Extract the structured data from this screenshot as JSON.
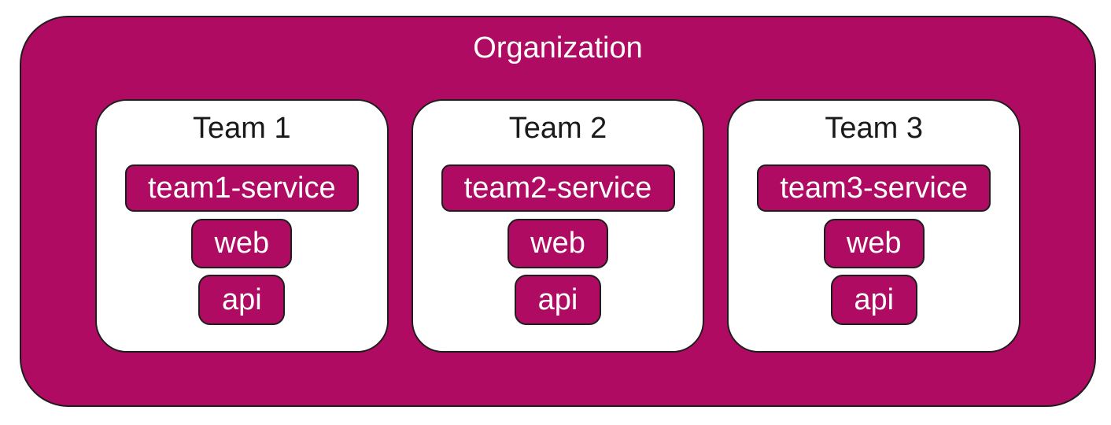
{
  "diagram": {
    "title": "Organization",
    "colors": {
      "fill": "#B00B62",
      "border": "#1D1D1D",
      "team_fill": "#FFFFFF",
      "title_text": "#FFFFFF",
      "team_title_text": "#1A1A1A",
      "node_text": "#FFFFFF"
    },
    "teams": [
      {
        "name": "Team 1",
        "nodes": {
          "service": "team1-service",
          "web": "web",
          "api": "api"
        }
      },
      {
        "name": "Team 2",
        "nodes": {
          "service": "team2-service",
          "web": "web",
          "api": "api"
        }
      },
      {
        "name": "Team 3",
        "nodes": {
          "service": "team3-service",
          "web": "web",
          "api": "api"
        }
      }
    ]
  }
}
